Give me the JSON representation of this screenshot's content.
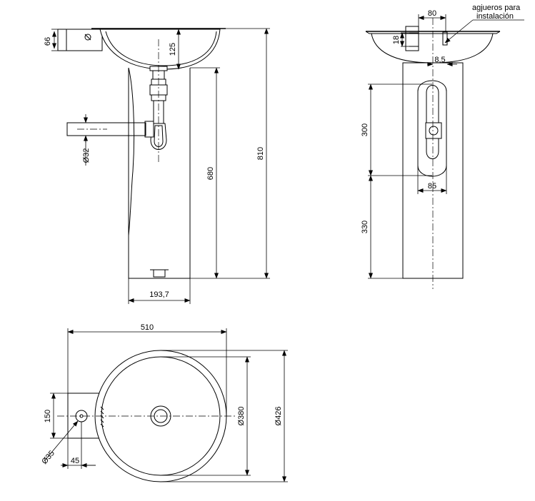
{
  "note": {
    "line1": "agjueros para",
    "line2": "instalación"
  },
  "side_view": {
    "dim_66": "66",
    "dim_125": "125",
    "dim_810": "810",
    "dim_680": "680",
    "dim_32": "Ø32",
    "dim_193_7": "193,7"
  },
  "front_view": {
    "dim_80": "80",
    "dim_18": "18",
    "dim_8_5": "8,5",
    "dim_300": "300",
    "dim_85": "85",
    "dim_330": "330"
  },
  "top_view": {
    "dim_510": "510",
    "dim_150": "150",
    "dim_380": "Ø380",
    "dim_426": "Ø426",
    "dim_35": "Ø35",
    "dim_45": "45"
  }
}
